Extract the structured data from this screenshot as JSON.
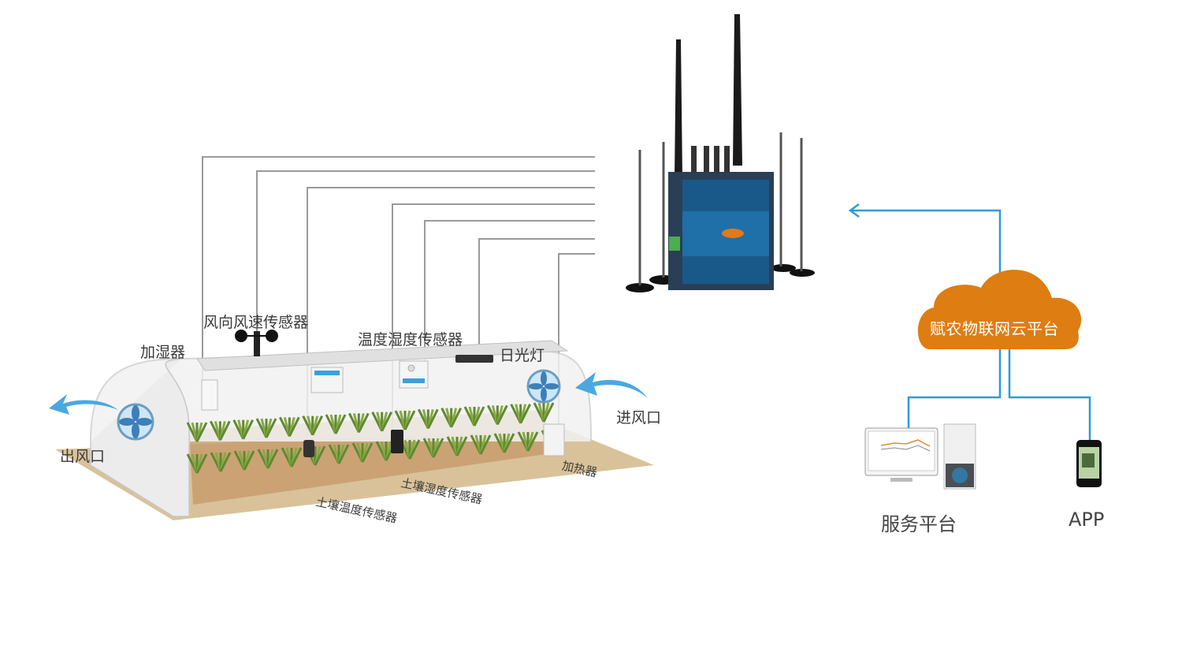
{
  "diagram": {
    "title": "Greenhouse IoT monitoring system",
    "greenhouse": {
      "labels": {
        "wind_sensor": "风向风速传感器",
        "humidifier": "加湿器",
        "temp_humidity_sensor": "温度湿度传感器",
        "fluorescent_lamp": "日光灯",
        "air_outlet": "出风口",
        "air_inlet": "进风口",
        "heater": "加热器",
        "soil_humidity_sensor": "土壤湿度传感器",
        "soil_temperature_sensor": "土壤温度传感器"
      }
    },
    "gateway": {
      "name": "gateway-router",
      "logo_color": "#e07a1a",
      "body_color": "#1f6fa8"
    },
    "cloud": {
      "label": "赋农物联网云平台",
      "color": "#de7d12"
    },
    "endpoints": {
      "service_platform": "服务平台",
      "app": "APP"
    },
    "colors": {
      "connector_line": "#999999",
      "network_line": "#2e9bd6",
      "airflow": "#4aa8e0"
    }
  }
}
